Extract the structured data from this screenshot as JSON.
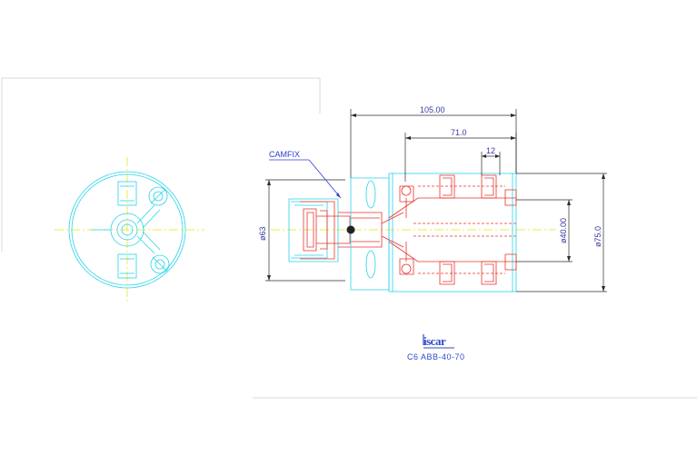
{
  "drawing": {
    "callout": "CAMFIX",
    "dimensions": {
      "total_length": "105.00",
      "body_length": "71.0",
      "step": "12",
      "shank_dia": "ø63",
      "bore_dia": "ø40.00",
      "body_dia": "ø75.0"
    },
    "logo": "iscar",
    "designation": "C6  ABB-40-70"
  },
  "colors": {
    "outline": "#27d3ea",
    "hidden_detail": "#e8322b",
    "dimension": "#2b2b2b",
    "annotation": "#2d3bd1",
    "centerline": "#e6e600"
  }
}
